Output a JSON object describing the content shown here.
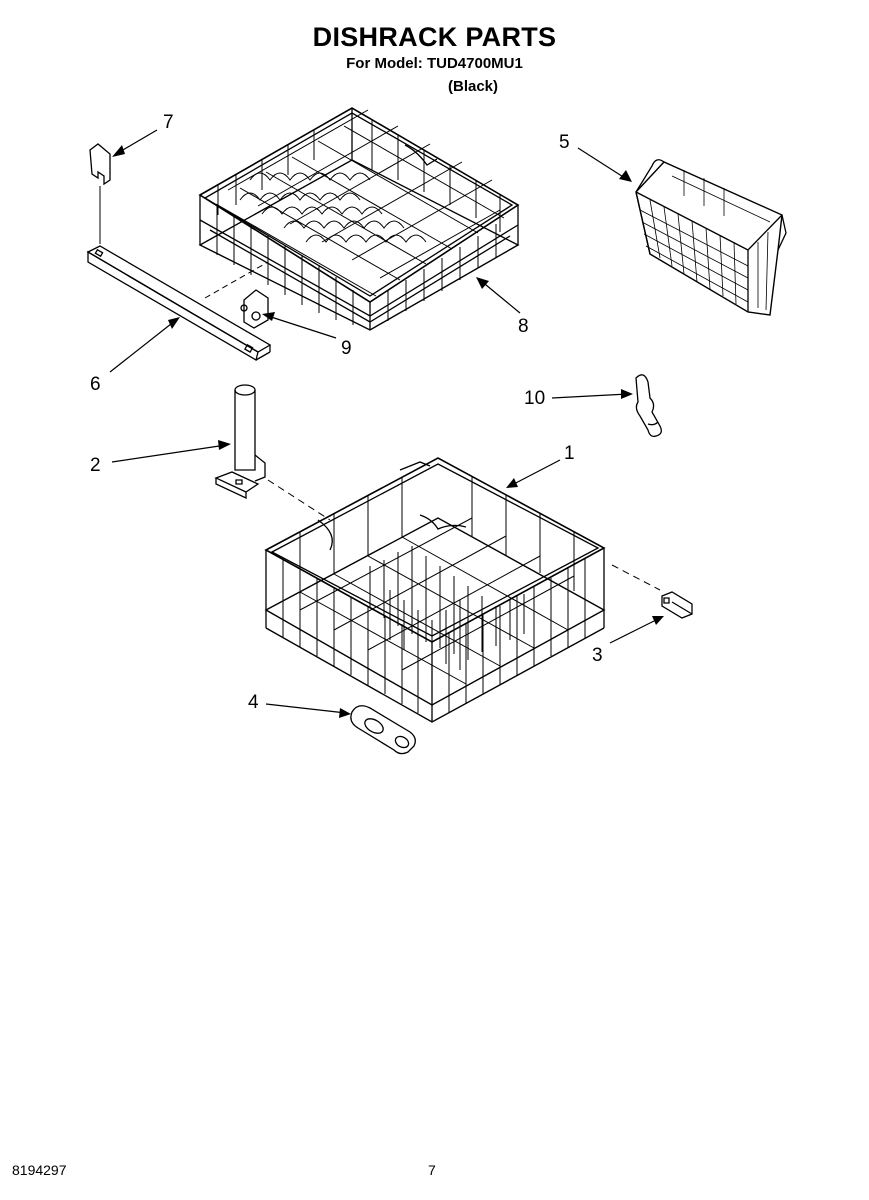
{
  "header": {
    "title": "DISHRACK PARTS",
    "model_line": "For Model: TUD4700MU1",
    "variant": "(Black)"
  },
  "callouts": [
    {
      "id": "1",
      "part": "lower-dishrack"
    },
    {
      "id": "2",
      "part": "rack-post"
    },
    {
      "id": "3",
      "part": "roller-clip"
    },
    {
      "id": "4",
      "part": "rack-roller"
    },
    {
      "id": "5",
      "part": "silverware-basket"
    },
    {
      "id": "6",
      "part": "rack-rail"
    },
    {
      "id": "7",
      "part": "rail-end-cap"
    },
    {
      "id": "8",
      "part": "upper-dishrack"
    },
    {
      "id": "9",
      "part": "rack-stop"
    },
    {
      "id": "10",
      "part": "tine-clip"
    }
  ],
  "footer": {
    "doc_number": "8194297",
    "page_number": "7"
  }
}
